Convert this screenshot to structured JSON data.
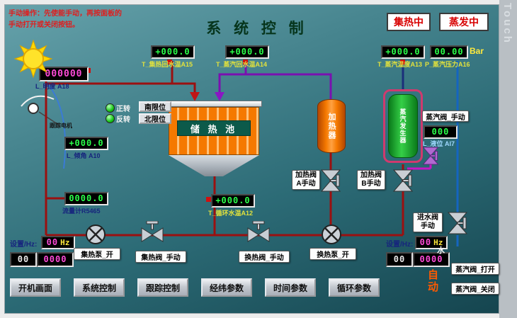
{
  "window": {
    "brand": "Touch"
  },
  "header": {
    "note1": "手动操作：先使能手动，再按面板的",
    "note2": "手动打开或关闭按钮。",
    "title": "系 统 控 制",
    "collecting": "集热中",
    "evaporating": "蒸发中"
  },
  "displays": {
    "collector_return": {
      "value": "+000.0",
      "label": "T_集热回水温A15"
    },
    "steam_return": {
      "value": "+000.0",
      "label": "T_蒸汽回水温A14"
    },
    "steam_temp": {
      "value": "+000.0",
      "label": "T_蒸汽温度A13"
    },
    "steam_pressure": {
      "value": "00.00",
      "unit": "Bar",
      "label": "P_蒸汽压力A16"
    },
    "brightness": {
      "value": "000000",
      "label": "L_明度 A18"
    },
    "tilt": {
      "value": "+000.0",
      "label": "L_倾角 A10"
    },
    "flow": {
      "value": "0000.0",
      "label": "流量计R5465"
    },
    "circ_temp": {
      "value": "+000.0",
      "label": "T_循环水温A12"
    },
    "level": {
      "value": "000",
      "label": "L_液位 AI7"
    }
  },
  "tracker": {
    "forward": "正转",
    "reverse": "反转",
    "south": "南限位",
    "north": "北限位",
    "motor": "跟踪电机"
  },
  "equipment": {
    "tank": "储 热 池",
    "heater": "加热器",
    "generator": "蒸汽发生器",
    "water": "水"
  },
  "controls": {
    "collector_pump": "集热泵_开",
    "collector_valve": "集热阀_手动",
    "exchange_valve": "换热阀_手动",
    "exchange_pump": "换热泵_开",
    "heat_valve_a1": "加热阀",
    "heat_valve_a2": "A手动",
    "heat_valve_b1": "加热阀",
    "heat_valve_b2": "B手动",
    "steam_valve": "蒸汽阀_手动",
    "inlet_valve1": "进水阀",
    "inlet_valve2": "手动",
    "auto": "自动",
    "steam_open": "蒸汽阀_打开",
    "steam_close": "蒸汽阀_关闭"
  },
  "settings_left": {
    "label": "设置/Hz:",
    "freq": "00",
    "unit": "Hz",
    "a": "00",
    "b": "0000"
  },
  "settings_right": {
    "label": "设置/Hz:",
    "freq": "00",
    "unit": "Hz",
    "a": "00",
    "b": "0000"
  },
  "nav": [
    "开机画面",
    "系统控制",
    "跟踪控制",
    "经纬参数",
    "时间参数",
    "循环参数"
  ],
  "colors": {
    "display_green": "#2bff4a",
    "display_magenta": "#ff4bd8",
    "pipe_hot": "#9b1010",
    "pipe_purple": "#7a10b0",
    "pipe_water": "#1565c0",
    "pipe_steam": "#c517c5",
    "accent_red": "#e01d1d",
    "auto_orange": "#ff5a00"
  }
}
